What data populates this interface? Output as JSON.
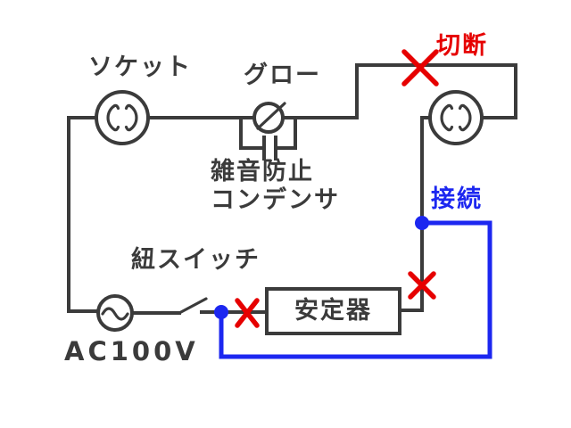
{
  "labels": {
    "socket": "ソケット",
    "glow": "グロー",
    "noise_capacitor_line1": "雑音防止",
    "noise_capacitor_line2": "コンデンサ",
    "pull_switch": "紐スイッチ",
    "ballast": "安定器",
    "ac_source": "AC100V",
    "cut": "切断",
    "connect": "接続"
  },
  "colors": {
    "wire": "#3b3b3b",
    "text": "#3b3b3b",
    "cut_mark": "#e60000",
    "new_wire": "#1c27f0",
    "background": "#ffffff"
  }
}
